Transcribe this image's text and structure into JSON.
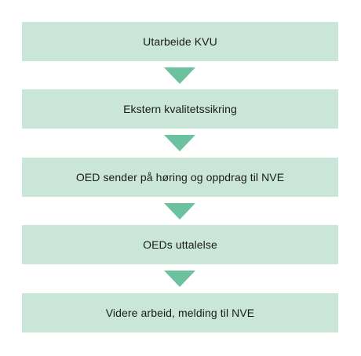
{
  "flowchart": {
    "steps": [
      {
        "label": "Utarbeide KVU"
      },
      {
        "label": "Ekstern kvalitetssikring"
      },
      {
        "label": "OED sender på høring og oppdrag til NVE"
      },
      {
        "label": "OEDs uttalelse"
      },
      {
        "label": "Videre arbeid, melding til NVE"
      }
    ]
  },
  "colors": {
    "box_fill": "#c9e6d9",
    "arrow_fill": "#6cc29e",
    "text": "#1a1a1a",
    "background": "#ffffff"
  }
}
